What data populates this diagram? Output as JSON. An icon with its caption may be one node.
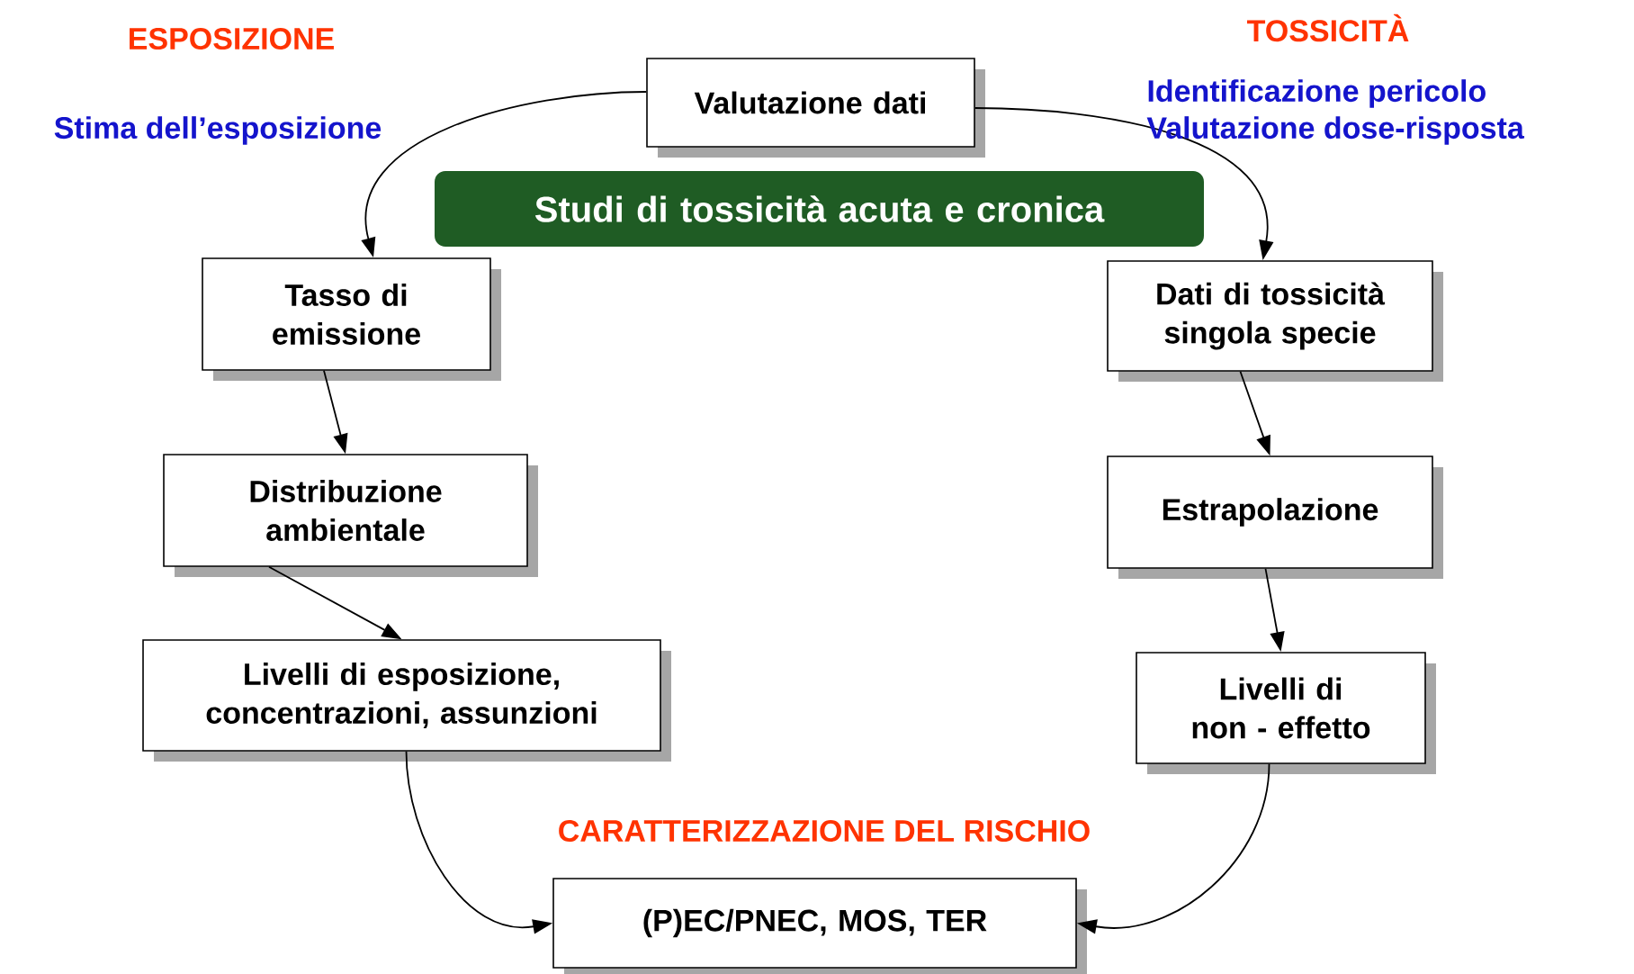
{
  "diagram": {
    "nodes": [
      {
        "text": [
          "Valutazione dati"
        ]
      },
      {
        "text": [
          "Studi di tossicità acuta e cronica"
        ]
      },
      {
        "text": [
          "Tasso di emissione"
        ]
      },
      {
        "text": [
          "Distribuzione ambientale"
        ]
      },
      {
        "text": [
          "Livelli di esposizione, concentrazioni, assunzioni"
        ]
      },
      {
        "text": [
          "Dati di tossicità singola specie"
        ]
      },
      {
        "text": [
          "Estrapolazione"
        ]
      },
      {
        "text": [
          "Livelli di non - effetto"
        ]
      },
      {
        "text": [
          "(P)EC/PNEC, MOS, TER"
        ]
      }
    ],
    "edges": [
      {
        "from": 0,
        "to": 2,
        "arrow": "to"
      },
      {
        "from": 0,
        "to": 5,
        "arrow": "to"
      },
      {
        "from": 2,
        "to": 3,
        "arrow": "to"
      },
      {
        "from": 3,
        "to": 4,
        "arrow": "to"
      },
      {
        "from": 5,
        "to": 6,
        "arrow": "to"
      },
      {
        "from": 6,
        "to": 7,
        "arrow": "to"
      },
      {
        "from": 4,
        "to": 8,
        "arrow": "to"
      },
      {
        "from": 7,
        "to": 8,
        "arrow": "to"
      }
    ],
    "labels": [
      "ESPOSIZIONE",
      "Stima dell’esposizione",
      "TOSSICITÀ",
      "Identificazione pericolo",
      "Valutazione dose-risposta",
      "CARATTERIZZAZIONE DEL RISCHIO"
    ]
  }
}
